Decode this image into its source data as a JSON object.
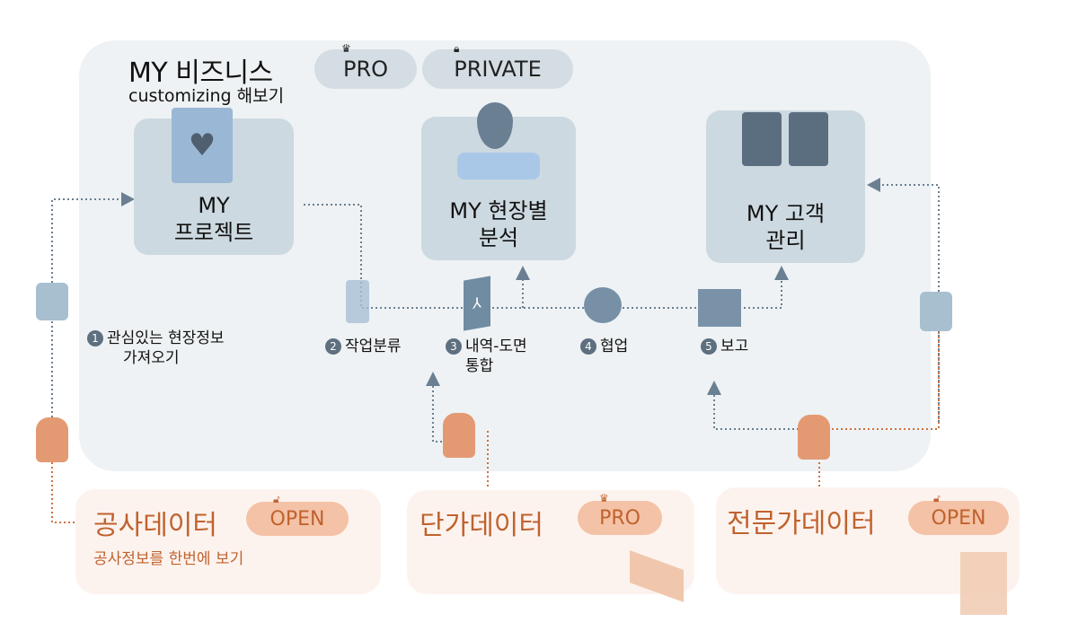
{
  "header": {
    "title": "MY 비즈니스",
    "subtitle": "customizing 해보기",
    "badges": [
      {
        "label": "PRO",
        "icon": "crown-icon"
      },
      {
        "label": "PRIVATE",
        "icon": "lock-icon"
      }
    ]
  },
  "cards": [
    {
      "line1": "MY",
      "line2": "프로젝트",
      "icon": "heart-folder-icon"
    },
    {
      "line1": "MY 현장별",
      "line2": "분석",
      "icon": "map-pin-icon"
    },
    {
      "line1": "MY 고객",
      "line2": "관리",
      "icon": "users-icon"
    }
  ],
  "steps": [
    {
      "num": "1",
      "line1": "관심있는 현장정보",
      "line2": "가져오기"
    },
    {
      "num": "2",
      "line1": "작업분류",
      "line2": ""
    },
    {
      "num": "3",
      "line1": "내역-도면",
      "line2": "통합"
    },
    {
      "num": "4",
      "line1": "협업",
      "line2": ""
    },
    {
      "num": "5",
      "line1": "보고",
      "line2": ""
    }
  ],
  "sources": [
    {
      "title": "공사데이터",
      "badge": "OPEN",
      "badge_icon": "unlock-icon",
      "sub": "공사정보를 한번에 보기"
    },
    {
      "title": "단가데이터",
      "badge": "PRO",
      "badge_icon": "crown-icon"
    },
    {
      "title": "전문가데이터",
      "badge": "OPEN",
      "badge_icon": "unlock-icon"
    }
  ],
  "colors": {
    "panel": "#eef2f4",
    "card": "#cdd9e0",
    "accent": "#c0622e",
    "source_bg": "#fdf3ee"
  }
}
